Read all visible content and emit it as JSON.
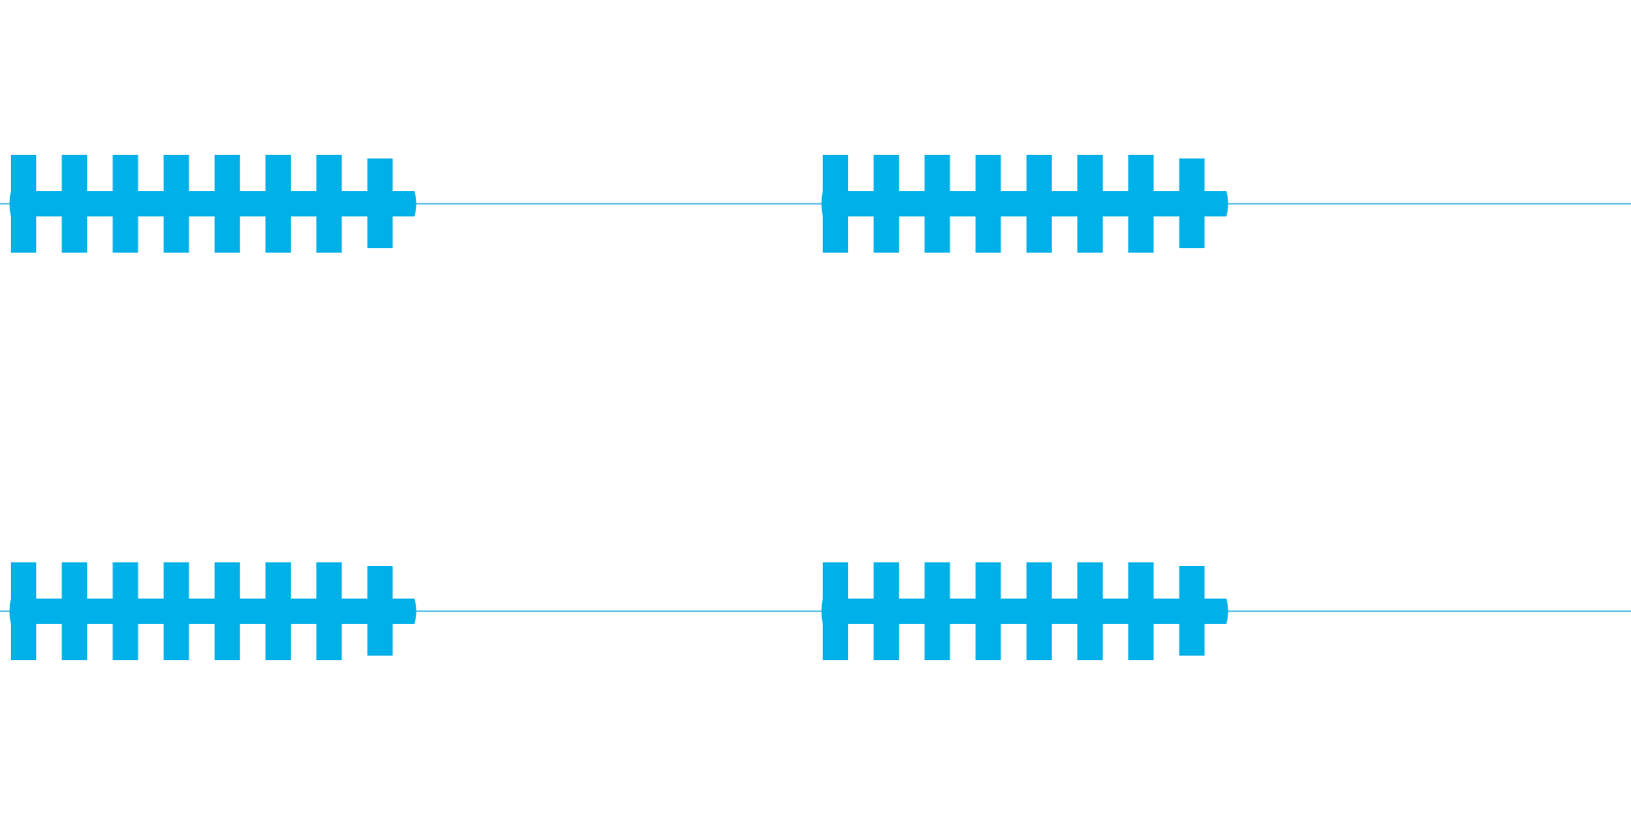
{
  "colors": {
    "background": "#ffffff",
    "pattern_blue": "#00b0e8",
    "line_blue": "#1aa7de"
  },
  "pattern": {
    "type": "repeating-tick-marks",
    "rows": 2,
    "groups_per_row": 2,
    "ticks_per_group": 8
  }
}
